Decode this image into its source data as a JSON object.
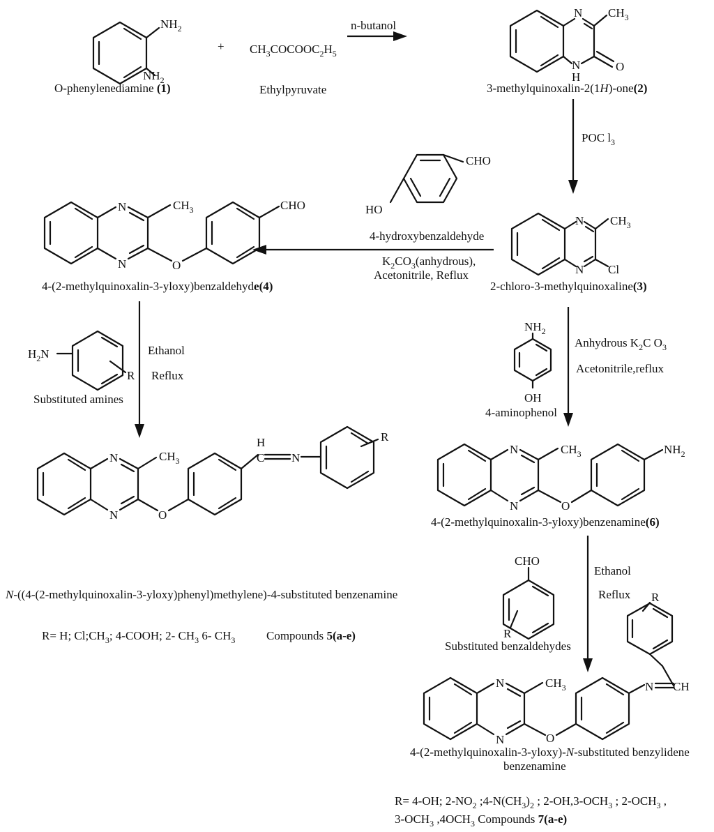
{
  "compounds": {
    "c1": {
      "nh2_top": "NH",
      "nh2_bottom": "NH",
      "name": "O-phenylenediamine ",
      "num": "(1)"
    },
    "plus": "+",
    "c2_reagent": {
      "formula": "CH3COCOOC2H5",
      "name": "Ethylpyruvate"
    },
    "c2": {
      "n": "N",
      "ch3": "CH",
      "nh_n": "N",
      "nh_h": "H",
      "o": "O",
      "name_a": "3-methylquinoxalin-2(1",
      "name_h": "H",
      "name_b": ")-one",
      "num": "(2)"
    },
    "c3": {
      "n1": "N",
      "n2": "N",
      "ch3": "CH",
      "cl": "Cl",
      "name": "2-chloro-3-methylquinoxaline",
      "num": "(3)"
    },
    "c4": {
      "n1": "N",
      "n2": "N",
      "ch3": "CH",
      "o": "O",
      "cho": "CHO",
      "name": "4-(2-methylquinoxalin-3-yloxy)benzaldehyd",
      "name_bold": "e(4)"
    },
    "hba": {
      "cho": "CHO",
      "ho": "HO",
      "name": "4-hydroxybenzaldehyde"
    },
    "amines": {
      "h2n": "H",
      "n": "N",
      "r": "R",
      "name": "Substituted amines"
    },
    "c5": {
      "n1": "N",
      "n2": "N",
      "ch3": "CH",
      "o": "O",
      "h": "H",
      "c": "C",
      "n_imine": "N",
      "r": "R",
      "name_n": "N",
      "name_rest": "-((4-(2-methylquinoxalin-3-yloxy)phenyl)methylene)-4-substituted benzenamine",
      "r_list": "R= H; Cl;CH",
      "r_list_b": "; 4-COOH; 2- CH",
      "r_list_c": " 6- CH",
      "compounds_label": "Compounds ",
      "compounds_num": "5(a-e)"
    },
    "aminophenol": {
      "nh2": "NH",
      "oh": "OH",
      "name": "4-aminophenol"
    },
    "c6": {
      "n1": "N",
      "n2": "N",
      "ch3": "CH",
      "o": "O",
      "nh2": "NH",
      "name": "4-(2-methylquinoxalin-3-yloxy)benzenamine",
      "num": "(6)"
    },
    "benzaldehydes": {
      "cho": "CHO",
      "r": "R",
      "name": "Substituted benzaldehydes"
    },
    "c7": {
      "n1": "N",
      "n2": "N",
      "ch3": "CH",
      "o": "O",
      "n_imine": "N",
      "ch": "CH",
      "r": "R",
      "name_line1a": "4-(2-methylquinoxalin-3-yloxy)-",
      "name_line1n": "N",
      "name_line1b": "-substituted benzylidene",
      "name_line2": "benzenamine",
      "r_line1a": "R= 4-OH; 2-NO",
      "r_line1b": " ;4-N(CH",
      "r_line1c": ")",
      "r_line1d": " ; 2-OH,3-OCH",
      "r_line1e": " ; 2-OCH",
      "r_line1f": " ,",
      "r_line2a": "3-OCH",
      "r_line2b": " ,4OCH",
      "r_line2c": "   Compounds ",
      "r_line2num": "7(a-e)"
    }
  },
  "subscripts": {
    "two": "2",
    "three": "3",
    "five": "5"
  },
  "conditions": {
    "step1": "n-butanol",
    "step2": "POC l",
    "step3_a": "K",
    "step3_b": "CO",
    "step3_c": "(anhydrous),",
    "step3_d": "Acetonitrile, Reflux",
    "step4_a": "Ethanol",
    "step4_b": "Reflux",
    "step5_a": "Anhydrous K",
    "step5_b": "C O",
    "step5_c": "Acetonitrile,reflux",
    "step6_a": "Ethanol",
    "step6_b": "Reflux"
  }
}
